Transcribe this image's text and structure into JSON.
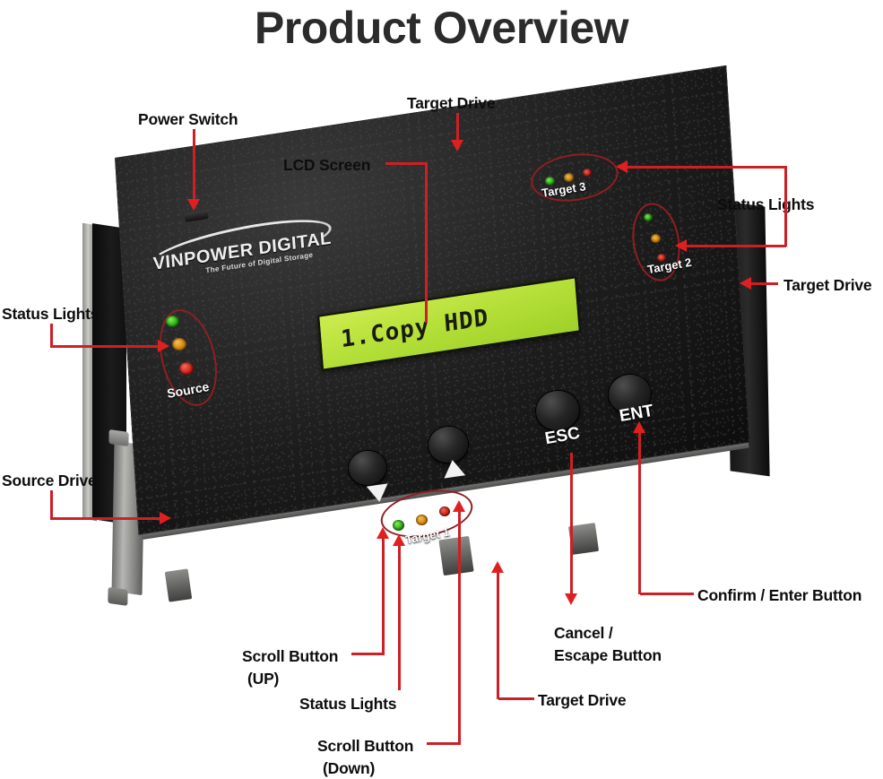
{
  "page": {
    "title": "Product Overview"
  },
  "device": {
    "brand": "VINPOWER DIGITAL",
    "tagline": "The Future of Digital Storage",
    "lcd_text": "1.Copy HDD",
    "lcd_color": "#b6e03a",
    "body_color": "#121212",
    "accent_color": "#cc2026",
    "led_groups": [
      {
        "name": "Source",
        "leds": [
          "green",
          "amber",
          "red"
        ]
      },
      {
        "name": "Target 3",
        "leds": [
          "green",
          "amber",
          "red"
        ]
      },
      {
        "name": "Target 2",
        "leds": [
          "green",
          "amber",
          "red"
        ]
      },
      {
        "name": "Target 1",
        "leds": [
          "green",
          "amber",
          "red"
        ]
      }
    ],
    "buttons": [
      {
        "name": "scroll-down",
        "label": ""
      },
      {
        "name": "scroll-up",
        "label": ""
      },
      {
        "name": "escape",
        "label": "ESC"
      },
      {
        "name": "enter",
        "label": "ENT"
      }
    ]
  },
  "callouts": {
    "power_switch": "Power Switch",
    "lcd_screen": "LCD Screen",
    "target_drive_top": "Target Drive",
    "status_lights_right": "Status Lights",
    "target_drive_right": "Target Drive",
    "status_lights_left": "Status Lights",
    "source_drive": "Source Drive",
    "scroll_button_up_l1": "Scroll Button",
    "scroll_button_up_l2": "(UP)",
    "status_lights_bottom": "Status Lights",
    "scroll_button_down_l1": "Scroll Button",
    "scroll_button_down_l2": "(Down)",
    "target_drive_bottom": "Target Drive",
    "cancel_escape_l1": "Cancel /",
    "cancel_escape_l2": "Escape Button",
    "confirm_enter": "Confirm / Enter Button"
  }
}
